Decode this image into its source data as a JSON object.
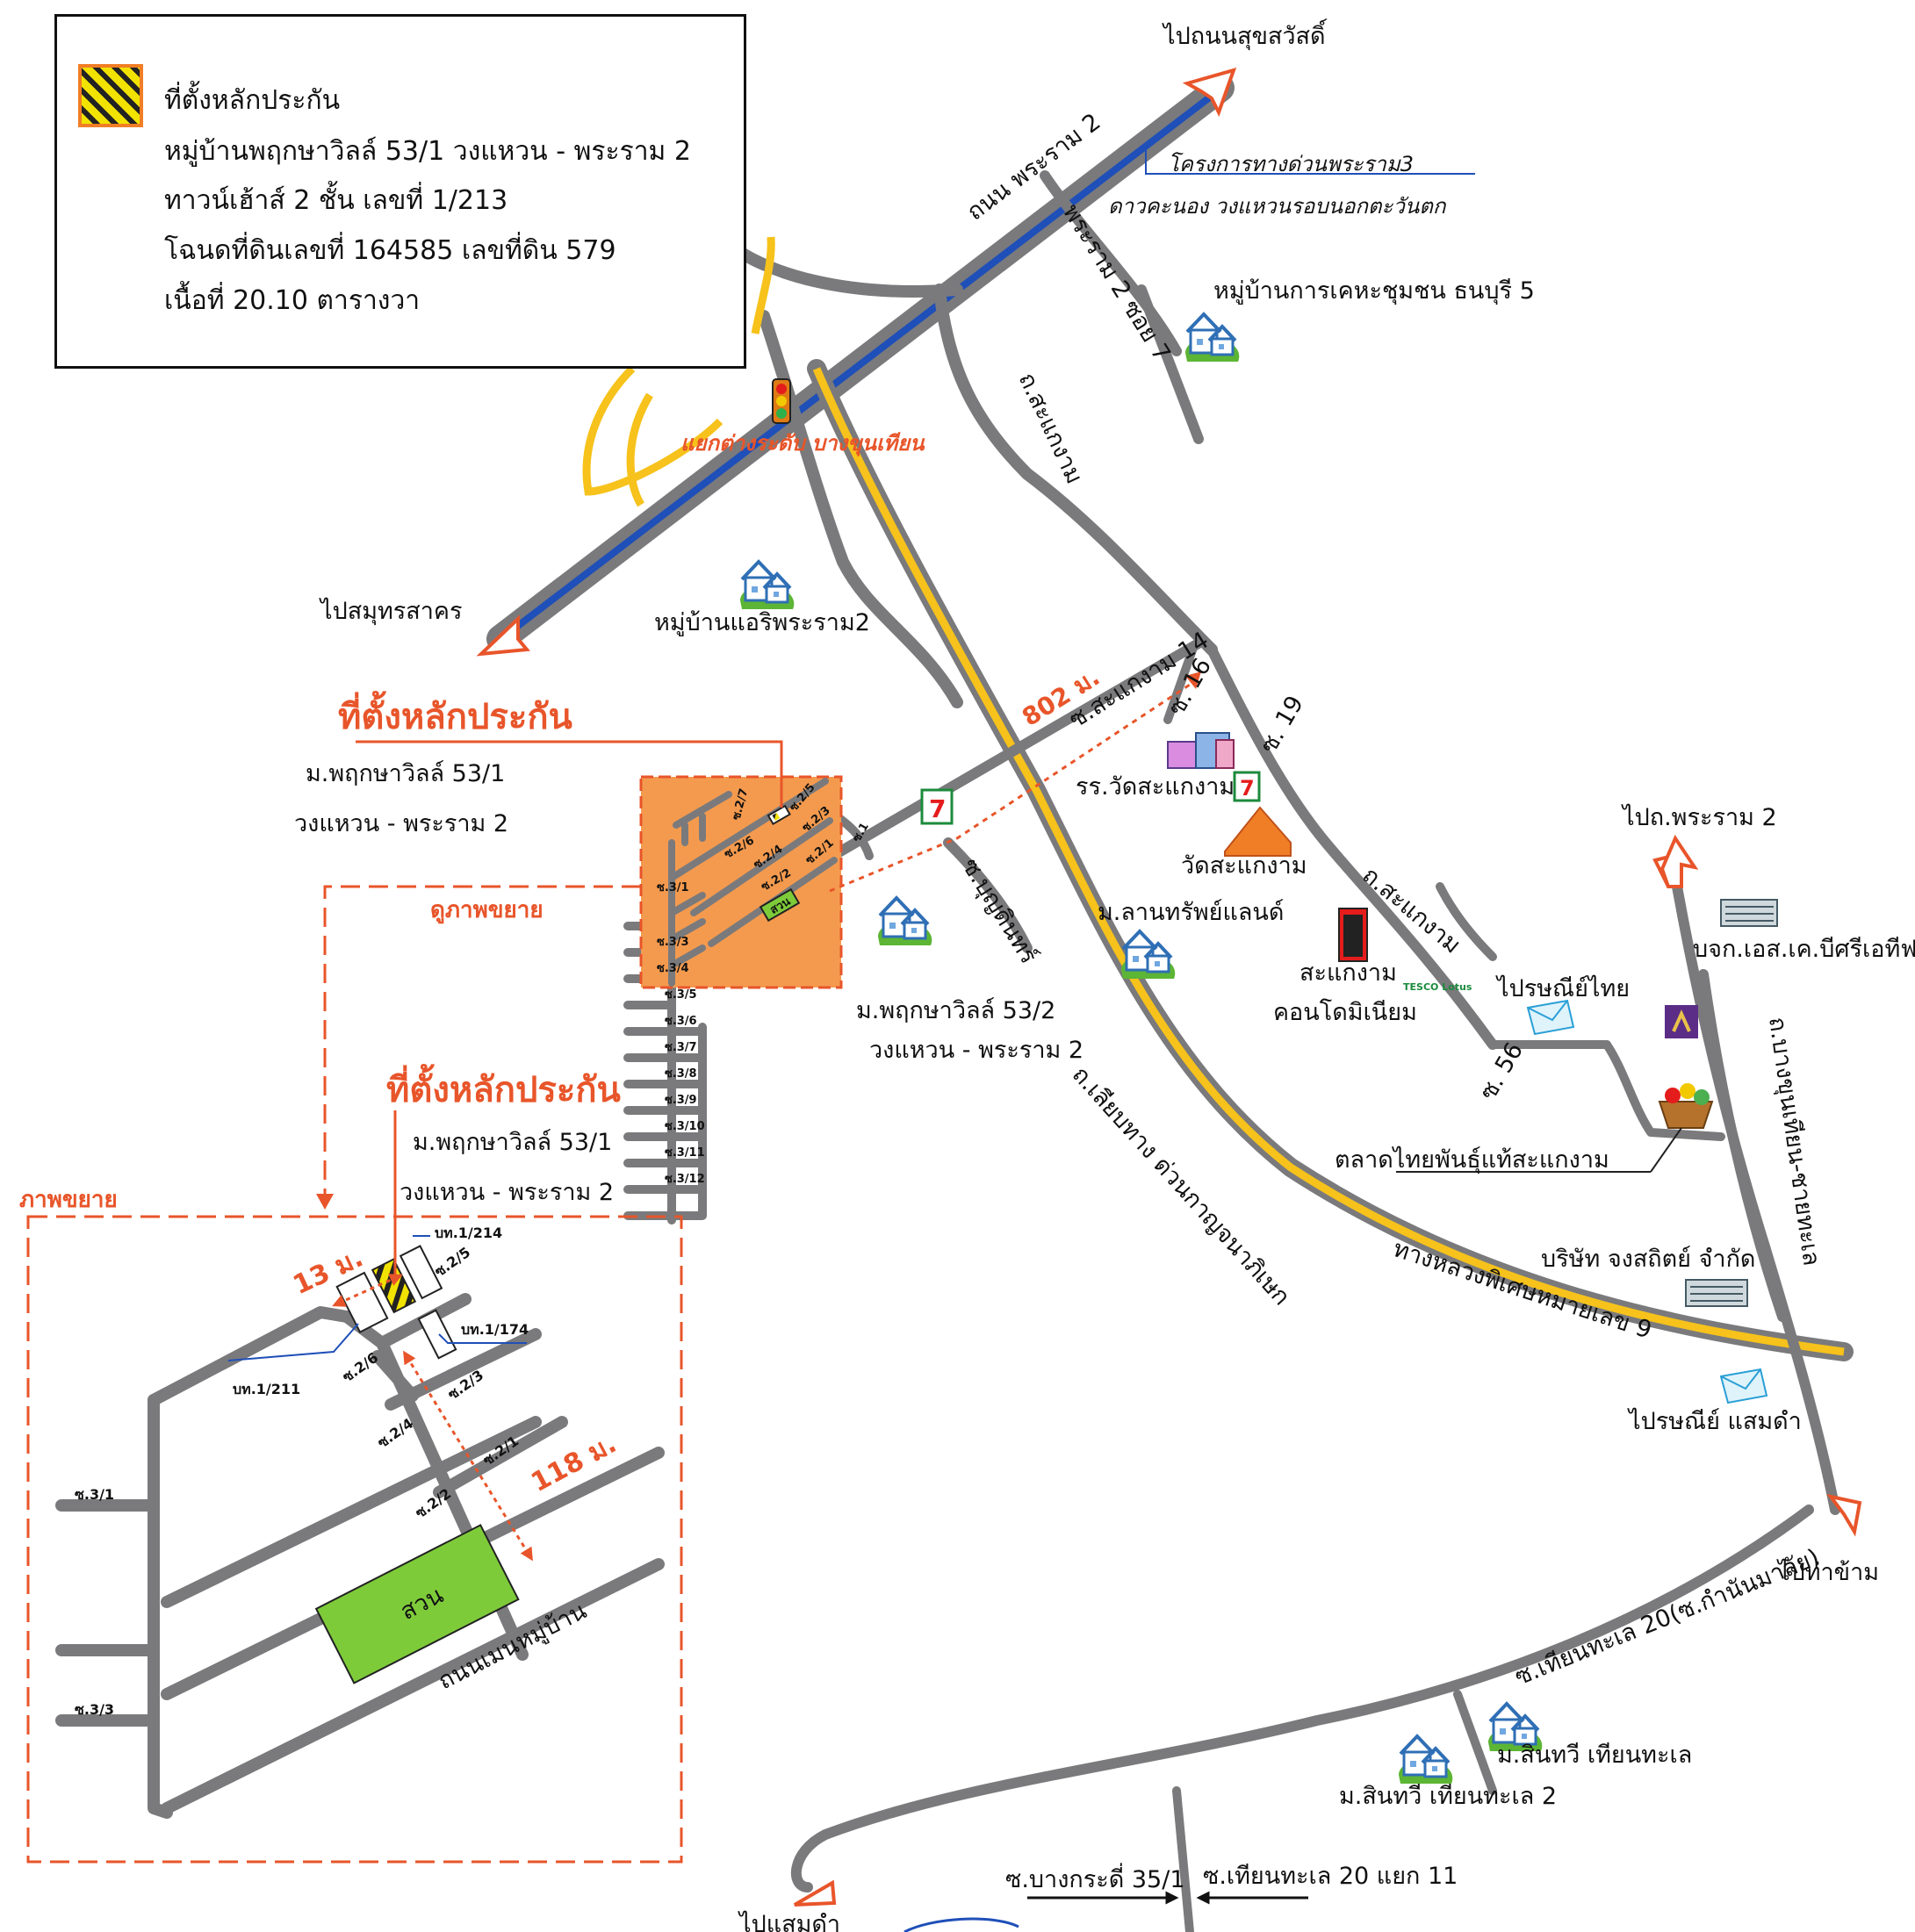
{
  "legend": {
    "title": "ที่ตั้งหลักประกัน",
    "line1": "หมู่บ้านพฤกษาวิลล์ 53/1 วงแหวน - พระราม 2",
    "line2": "ทาวน์เฮ้าส์ 2 ชั้น เลขที่ 1/213",
    "line3": "โฉนดที่ดินเลขที่ 164585 เลขที่ดิน 579",
    "line4": "เนื้อที่ 20.10 ตารางวา",
    "swatch_color": "#f2e200",
    "swatch_border": "#f07e26"
  },
  "colors": {
    "road": "#7a7a7c",
    "expressway_blue": "#1f4fb8",
    "special_hwy_yellow": "#f6c21b",
    "accent_orange": "#e8552a",
    "site_area": "#f49a4e",
    "park_green": "#7ecb3a"
  },
  "labels": {
    "to_sukhasawat": "ไปถนนสุขสวัสดิ์",
    "rama2_road": "ถนน พระราม 2",
    "expressway_project": "โครงการทางด่วนพระราม3",
    "expressway_project_sub": "ดาวคะนอง วงแหวนรอบนอกตะวันตก",
    "rama2_soi7": "พระราม 2 ซอย 7",
    "village_thonburi5": "หมู่บ้านการเคหะชุมชน ธนบุรี 5",
    "intersection": "แยกต่างระดับ บางขุนเทียน",
    "sakaengngam_road": "ถ.สะแกงาม",
    "to_samut_sakhon": "ไปสมุทรสาคร",
    "village_airy": "หมู่บ้านแอริพระราม2",
    "site_main_title": "ที่ตั้งหลักประกัน",
    "site_main_line1": "ม.พฤกษาวิลล์ 53/1",
    "site_main_line2": "วงแหวน - พระราม 2",
    "zoom_link": "ดูภาพขยาย",
    "distance_802": "802 ม.",
    "soi_sakaengngam14": "ซ.สะแกงาม 14",
    "soi16": "ซ. 16",
    "soi19": "ซ. 19",
    "school_wat": "รร.วัดสะแกงาม",
    "wat_sakaengngam": "วัดสะแกงาม",
    "soi_bukdinthon": "ซ.บุญดินทร์",
    "village_lansap": "ม.ลานทรัพย์แลนด์",
    "sakaengngam_road2": "ถ.สะแกงาม",
    "condo_line1": "สะแกงาม",
    "condo_line2": "คอนโดมิเนียม",
    "tesco": "TESCO Lotus",
    "post_thai": "ไปรษณีย์ไทย",
    "soi56": "ซ. 56",
    "village_532_line1": "ม.พฤกษาวิลล์ 53/2",
    "village_532_line2": "วงแหวน - พระราม 2",
    "bypass_road": "ถ.เลียบทาง ด่วนกาญจนาภิเษก",
    "highway9": "ทางหลวงพิเศษหมายเลข 9",
    "market": "ตลาดไทยพันธุ์แท้สะแกงาม",
    "to_rama2": "ไปถ.พระราม 2",
    "company_sk": "บจก.เอส.เค.บีศรีเอทีฟ",
    "bangkhunthian_road": "ถ.บางขุนเทียน-ชายทะเล",
    "company_jong": "บริษัท จงสถิตย์ จำกัด",
    "post_samaedam": "ไปรษณีย์ แสมดำ",
    "to_thakham": "ไปท่าข้าม",
    "soi_thianthale20": "ซ.เทียนทะเล 20(ซ.กำนันมาลัย)",
    "village_sinthawee1": "ม.สินทวี เทียนทะเล",
    "village_sinthawee2": "ม.สินทวี เทียนทะเล 2",
    "soi_bangkradi": "ซ.บางกระดี่ 35/1",
    "soi_thianthale20_11": "ซ.เทียนทะเล 20 แยก 11",
    "to_samaedam": "ไปแสมดำ",
    "park": "สวน"
  },
  "inset_labels": {
    "soi_2_7": "ซ.2/7",
    "soi_2_5": "ซ.2/5",
    "soi_2_6": "ซ.2/6",
    "soi_2_3": "ซ.2/3",
    "soi_2_4": "ซ.2/4",
    "soi_2_1": "ซ.2/1",
    "soi_2_2": "ซ.2/2",
    "soi_1": "ซ.1",
    "soi_3_1": "ซ.3/1",
    "soi_3_3": "ซ.3/3",
    "soi_3_4": "ซ.3/4",
    "soi_3_5": "ซ.3/5",
    "soi_3_6": "ซ.3/6",
    "soi_3_7": "ซ.3/7",
    "soi_3_8": "ซ.3/8",
    "soi_3_9": "ซ.3/9",
    "soi_3_10": "ซ.3/10",
    "soi_3_11": "ซ.3/11",
    "soi_3_12": "ซ.3/12"
  },
  "zoom": {
    "title": "ภาพขยาย",
    "site_title": "ที่ตั้งหลักประกัน",
    "site_line1": "ม.พฤกษาวิลล์ 53/1",
    "site_line2": "วงแหวน - พระราม 2",
    "house_214": "บท.1/214",
    "house_211": "บท.1/211",
    "house_174": "บท.1/174",
    "distance_13": "13 ม.",
    "distance_118": "118 ม.",
    "soi_2_5": "ซ.2/5",
    "soi_2_6": "ซ.2/6",
    "soi_2_3": "ซ.2/3",
    "soi_2_4": "ซ.2/4",
    "soi_2_1": "ซ.2/1",
    "soi_2_2": "ซ.2/2",
    "soi_3_1": "ซ.3/1",
    "soi_3_3": "ซ.3/3",
    "main_road": "ถนนเมนหมู่บ้าน",
    "park": "สวน"
  }
}
